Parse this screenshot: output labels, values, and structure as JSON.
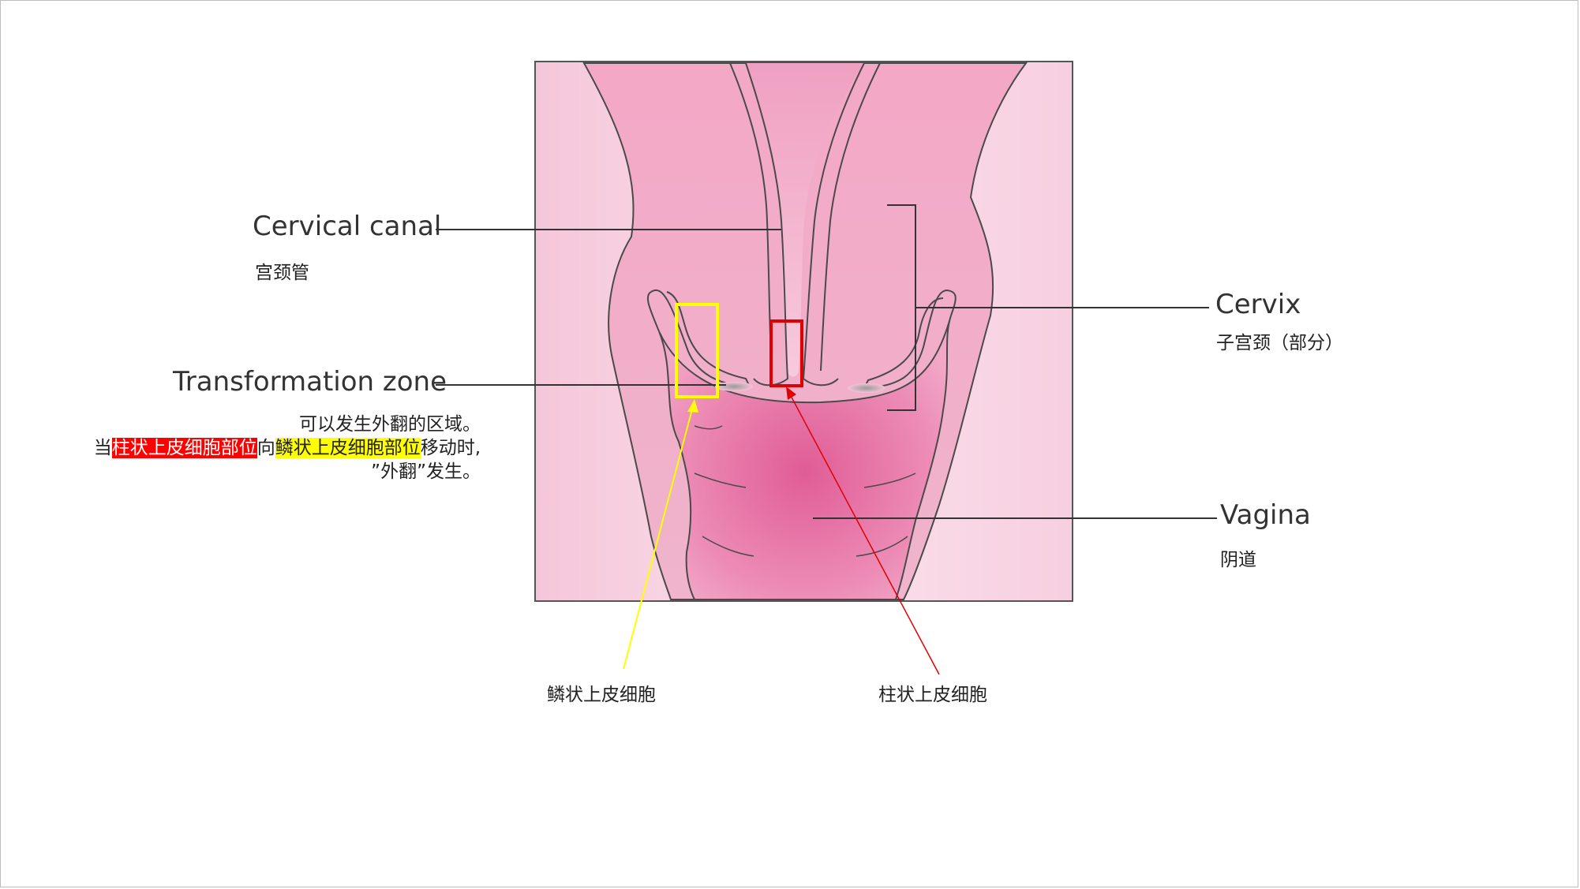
{
  "labels": {
    "cervical_canal": {
      "en": "Cervical canal",
      "zh": "宫颈管"
    },
    "cervix": {
      "en": "Cervix",
      "zh": "子宫颈（部分）"
    },
    "transformation_zone": {
      "en": "Transformation zone"
    },
    "vagina": {
      "en": "Vagina",
      "zh": "阴道"
    },
    "squamous_cells": "鳞状上皮细胞",
    "columnar_cells": "柱状上皮细胞"
  },
  "description": {
    "line1": "可以发生外翻的区域。",
    "line2": {
      "prefix": "当",
      "red_highlight": "柱状上皮细胞部位",
      "middle": "向",
      "yellow_highlight": "鳞状上皮细胞部位",
      "suffix": "移动时,"
    },
    "line3": "”外翻”发生。"
  },
  "colors": {
    "tissue_light": "#f9d6e4",
    "tissue_mid": "#f2a9c6",
    "tissue_dark": "#e15c95",
    "outline": "#4a4a4a",
    "squamous_box": "#ffff00",
    "columnar_box": "#e00000"
  }
}
